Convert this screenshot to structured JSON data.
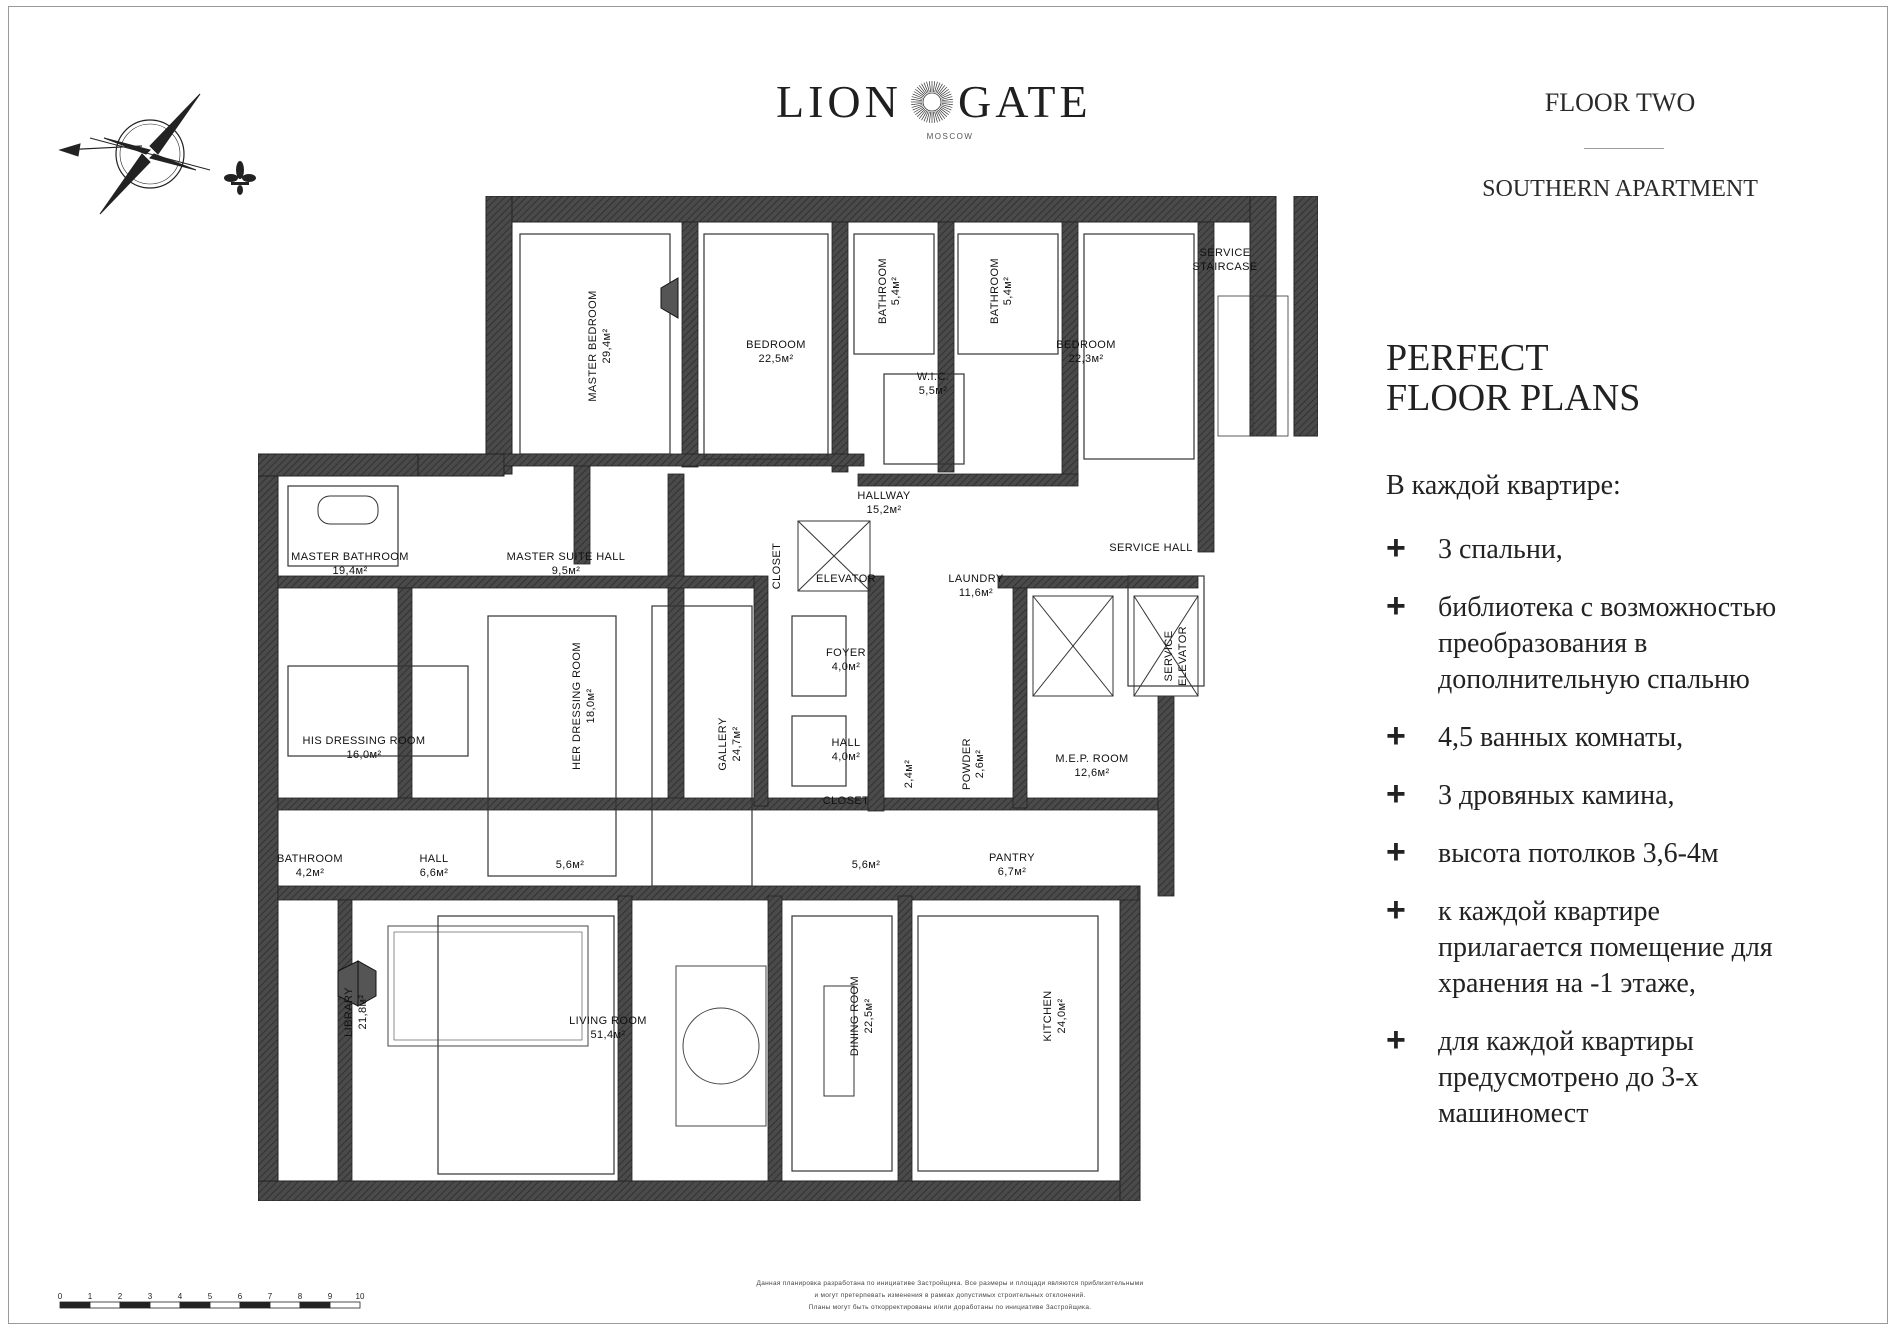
{
  "brand": {
    "word_left": "LION",
    "word_right": "GATE",
    "city": "MOSCOW"
  },
  "header": {
    "floor": "FLOOR TWO",
    "apartment": "SOUTHERN APARTMENT"
  },
  "panel": {
    "heading_line1": "PERFECT",
    "heading_line2": "FLOOR PLANS",
    "intro": "В каждой квартире:",
    "plus_symbol": "+",
    "features": [
      [
        "3 спальни,"
      ],
      [
        "библиотека с возможностью",
        "преобразования в",
        "дополнительную спальню"
      ],
      [
        "4,5 ванных комнаты,"
      ],
      [
        "3 дровяных камина,"
      ],
      [
        "высота потолков 3,6-4м"
      ],
      [
        "к каждой квартире",
        "прилагается помещение для",
        "хранения на -1 этаже,"
      ],
      [
        "для каждой квартиры",
        "предусмотрено до 3-х",
        "машиномест"
      ]
    ]
  },
  "plan": {
    "rooms": {
      "service_staircase": [
        "SERVICE",
        "STAIRCASE"
      ],
      "bedroom_1": [
        "BEDROOM",
        "22,5м²"
      ],
      "bathroom_1": [
        "BATHROOM",
        "5,4м²"
      ],
      "bathroom_2": [
        "BATHROOM",
        "5,4м²"
      ],
      "bedroom_2": [
        "BEDROOM",
        "22,3м²"
      ],
      "wic": [
        "W.I.C.",
        "5,5м²"
      ],
      "master_bedroom": [
        "MASTER BEDROOM",
        "29,4м²"
      ],
      "hallway": [
        "HALLWAY",
        "15,2м²"
      ],
      "master_bathroom": [
        "MASTER BATHROOM",
        "19,4м²"
      ],
      "master_suite_hall": [
        "MASTER SUITE HALL",
        "9,5м²"
      ],
      "closet_1": [
        "CLOSET"
      ],
      "elevator": [
        "ELEVATOR"
      ],
      "laundry": [
        "LAUNDRY",
        "11,6м²"
      ],
      "service_hall": [
        "SERVICE HALL"
      ],
      "service_elevator": [
        "SERVICE",
        "ELEVATOR"
      ],
      "her_dressing_room": [
        "HER DRESSING ROOM",
        "18,0м²"
      ],
      "gallery": [
        "GALLERY",
        "24,7м²"
      ],
      "foyer": [
        "FOYER",
        "4,0м²"
      ],
      "hall_1": [
        "HALL",
        "4,0м²"
      ],
      "closet_2": [
        "CLOSET"
      ],
      "area_24": [
        "2,4м²"
      ],
      "powder": [
        "POWDER",
        "2,6м²"
      ],
      "mep_room": [
        "M.E.P. ROOM",
        "12,6м²"
      ],
      "his_dressing_room": [
        "HIS DRESSING ROOM",
        "16,0м²"
      ],
      "bathroom_3": [
        "BATHROOM",
        "4,2м²"
      ],
      "hall_2": [
        "HALL",
        "6,6м²"
      ],
      "area_56a": [
        "5,6м²"
      ],
      "area_56b": [
        "5,6м²"
      ],
      "pantry": [
        "PANTRY",
        "6,7м²"
      ],
      "library": [
        "LIBRARY",
        "21,8м²"
      ],
      "living_room": [
        "LIVING ROOM",
        "51,4м²"
      ],
      "dining_room": [
        "DINING ROOM",
        "22,5м²"
      ],
      "kitchen": [
        "KITCHEN",
        "24,0м²"
      ]
    }
  },
  "scale": {
    "ticks": [
      "0",
      "1",
      "2",
      "3",
      "4",
      "5",
      "6",
      "7",
      "8",
      "9",
      "10"
    ]
  },
  "disclaimer": [
    "Данная планировка разработана по инициативе Застройщика. Все размеры и площади являются приблизительными",
    "и могут претерпевать изменения в рамках допустимых строительных отклонений.",
    "Планы могут быть откорректированы и/или доработаны по инициативе Застройщика."
  ],
  "colors": {
    "wall": "#3a3a3a",
    "wall_hatch": "#777777",
    "ink": "#222222",
    "frame": "#9a9a9a"
  },
  "icons": {
    "compass": "compass-rose-icon",
    "fleur": "fleur-de-lis-icon",
    "sun": "sunburst-logo-icon"
  }
}
